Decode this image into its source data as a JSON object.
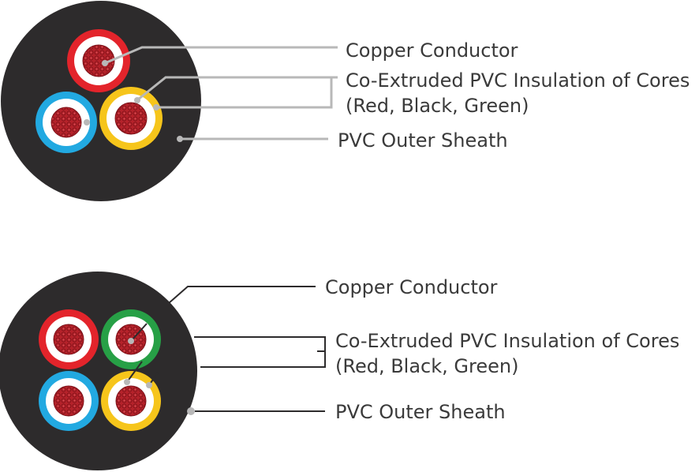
{
  "diagrams": [
    {
      "cores": 3,
      "labels": {
        "conductor": "Copper Conductor",
        "insulation_line1": "Co-Extruded PVC Insulation of Cores",
        "insulation_line2": "(Red, Black, Green)",
        "sheath": "PVC Outer Sheath"
      }
    },
    {
      "cores": 4,
      "labels": {
        "conductor": "Copper Conductor",
        "insulation_line1": "Co-Extruded PVC Insulation of Cores",
        "insulation_line2": "(Red, Black, Green)",
        "sheath": "PVC Outer Sheath"
      }
    }
  ],
  "colors": {
    "sheath": "#2d2b2c",
    "red_insulation": "#e3242b",
    "blue_insulation": "#22a9e1",
    "yellow_insulation": "#f6c51b",
    "green_insulation": "#27a046",
    "conductor": "#b5222a",
    "leader_line_top": "#b8b8b8",
    "leader_line_bottom": "#2d2b2c",
    "text": "#3a3a3a"
  }
}
